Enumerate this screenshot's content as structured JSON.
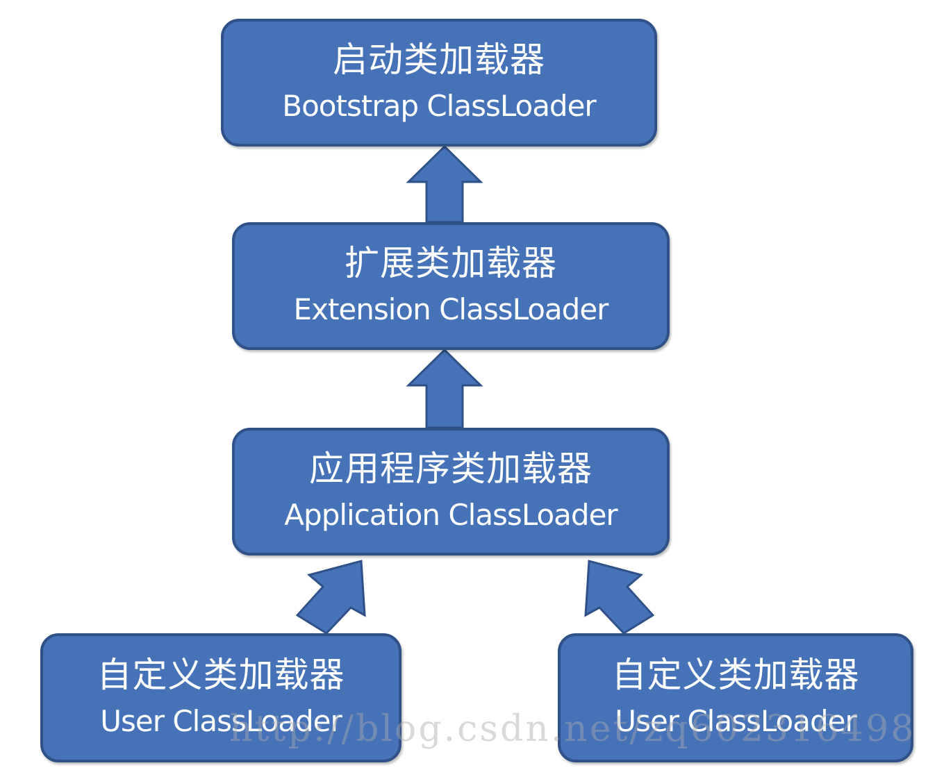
{
  "nodes": {
    "bootstrap": {
      "zh": "启动类加载器",
      "en": "Bootstrap ClassLoader"
    },
    "extension": {
      "zh": "扩展类加载器",
      "en": "Extension ClassLoader"
    },
    "application": {
      "zh": "应用程序类加载器",
      "en": "Application ClassLoader"
    },
    "user_left": {
      "zh": "自定义类加载器",
      "en": "User ClassLoader"
    },
    "user_right": {
      "zh": "自定义类加载器",
      "en": "User ClassLoader"
    }
  },
  "edges": [
    {
      "from": "extension",
      "to": "bootstrap"
    },
    {
      "from": "application",
      "to": "extension"
    },
    {
      "from": "user_left",
      "to": "application"
    },
    {
      "from": "user_right",
      "to": "application"
    }
  ],
  "colors": {
    "box_fill": "#4672b8",
    "box_border": "#2f5188",
    "text": "#ffffff"
  },
  "watermark": "http://blog.csdn.net/zq602316498"
}
